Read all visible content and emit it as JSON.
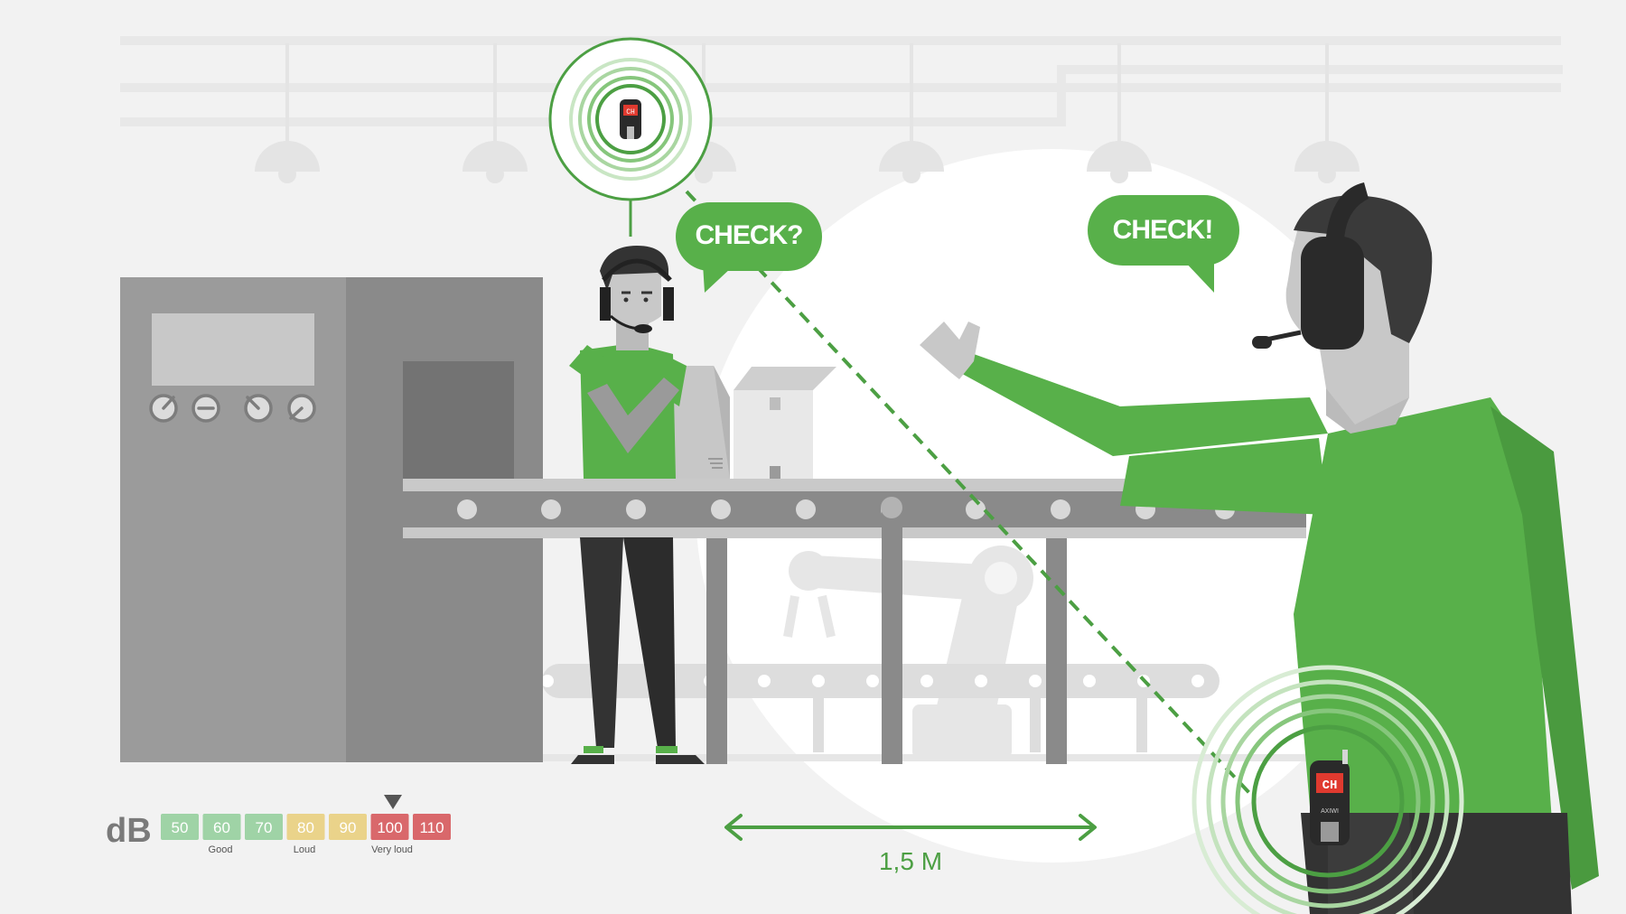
{
  "bubbles": {
    "left": "CHECK?",
    "right": "CHECK!"
  },
  "distance": "1,5 M",
  "db_scale": {
    "title": "dB",
    "levels": [
      {
        "value": "50",
        "color": "#9fd3a6"
      },
      {
        "value": "60",
        "color": "#9fd3a6"
      },
      {
        "value": "70",
        "color": "#9fd3a6"
      },
      {
        "value": "80",
        "color": "#ead38a"
      },
      {
        "value": "90",
        "color": "#ead38a"
      },
      {
        "value": "100",
        "color": "#d9686b"
      },
      {
        "value": "110",
        "color": "#d9686b"
      }
    ],
    "captions": [
      "Good",
      "Loud",
      "Very loud"
    ],
    "indicator_level": "100"
  },
  "device": {
    "display": "CH",
    "brand": "AXIWI"
  },
  "colors": {
    "green": "#58b04a",
    "dark_green": "#4c9f43",
    "background": "#f2f2f2",
    "machine_gray": "#8f8f8f"
  }
}
